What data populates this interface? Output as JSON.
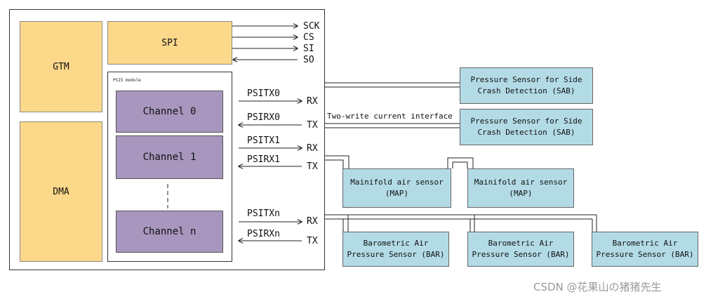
{
  "blocks": {
    "gtm": "GTM",
    "dma": "DMA",
    "spi": "SPI",
    "psi5_module": "PSI5 module",
    "channels": [
      "Channel 0",
      "Channel 1",
      "Channel n"
    ]
  },
  "spi_signals": [
    "SCK",
    "CS",
    "SI",
    "SO"
  ],
  "psi_signals": {
    "psitx0": "PSITX0",
    "psirx0": "PSIRX0",
    "psitx1": "PSITX1",
    "psirx1": "PSIRX1",
    "psitxn": "PSITXn",
    "psirxn": "PSIRXn"
  },
  "pins": {
    "rx": "RX",
    "tx": "TX"
  },
  "interface_label": "Two-write current interface",
  "sensors": {
    "sab1": "Pressure Sensor for Side\nCrash Detection (SAB)",
    "sab2": "Pressure Sensor for Side\nCrash Detection (SAB)",
    "map1": "Mainifold air sensor\n(MAP)",
    "map2": "Mainifold air sensor\n(MAP)",
    "bar1": "Barometric Air\nPressure Sensor (BAR)",
    "bar2": "Barometric Air\nPressure Sensor (BAR)",
    "bar3": "Barometric Air\nPressure Sensor (BAR)"
  },
  "watermark": "CSDN @花果山の猪猪先生"
}
